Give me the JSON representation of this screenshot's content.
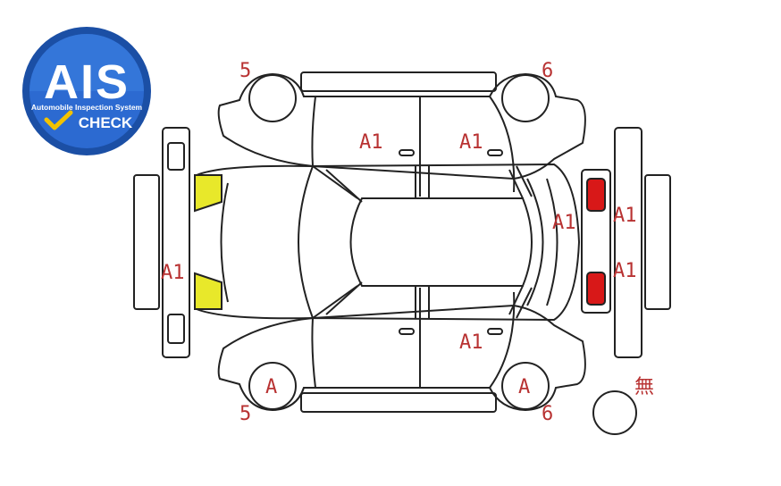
{
  "logo": {
    "brand": "AIS",
    "tagline": "Automobile Inspection System",
    "check": "CHECK",
    "colors": {
      "ring": "#1b4fa5",
      "inner": "#2c6ad1",
      "check_mark": "#f2c200"
    }
  },
  "diagram": {
    "line_color": "#222222",
    "label_color": "#b83232",
    "highlight_yellow": "#e8e82a",
    "highlight_red": "#d81818",
    "labels": {
      "wheel_front_left": "5",
      "wheel_front_right": "6",
      "wheel_rear_left": "5",
      "wheel_rear_right": "6",
      "top_front_door": "A1",
      "top_rear_door": "A1",
      "front_bumper": "A1",
      "rear_panel": "A1",
      "tail_light_upper": "A1",
      "tail_light_lower": "A1",
      "bottom_rear_door": "A1",
      "wheel_rear_left_inner": "A",
      "wheel_rear_right_inner": "A",
      "spare_tire": "無"
    }
  }
}
